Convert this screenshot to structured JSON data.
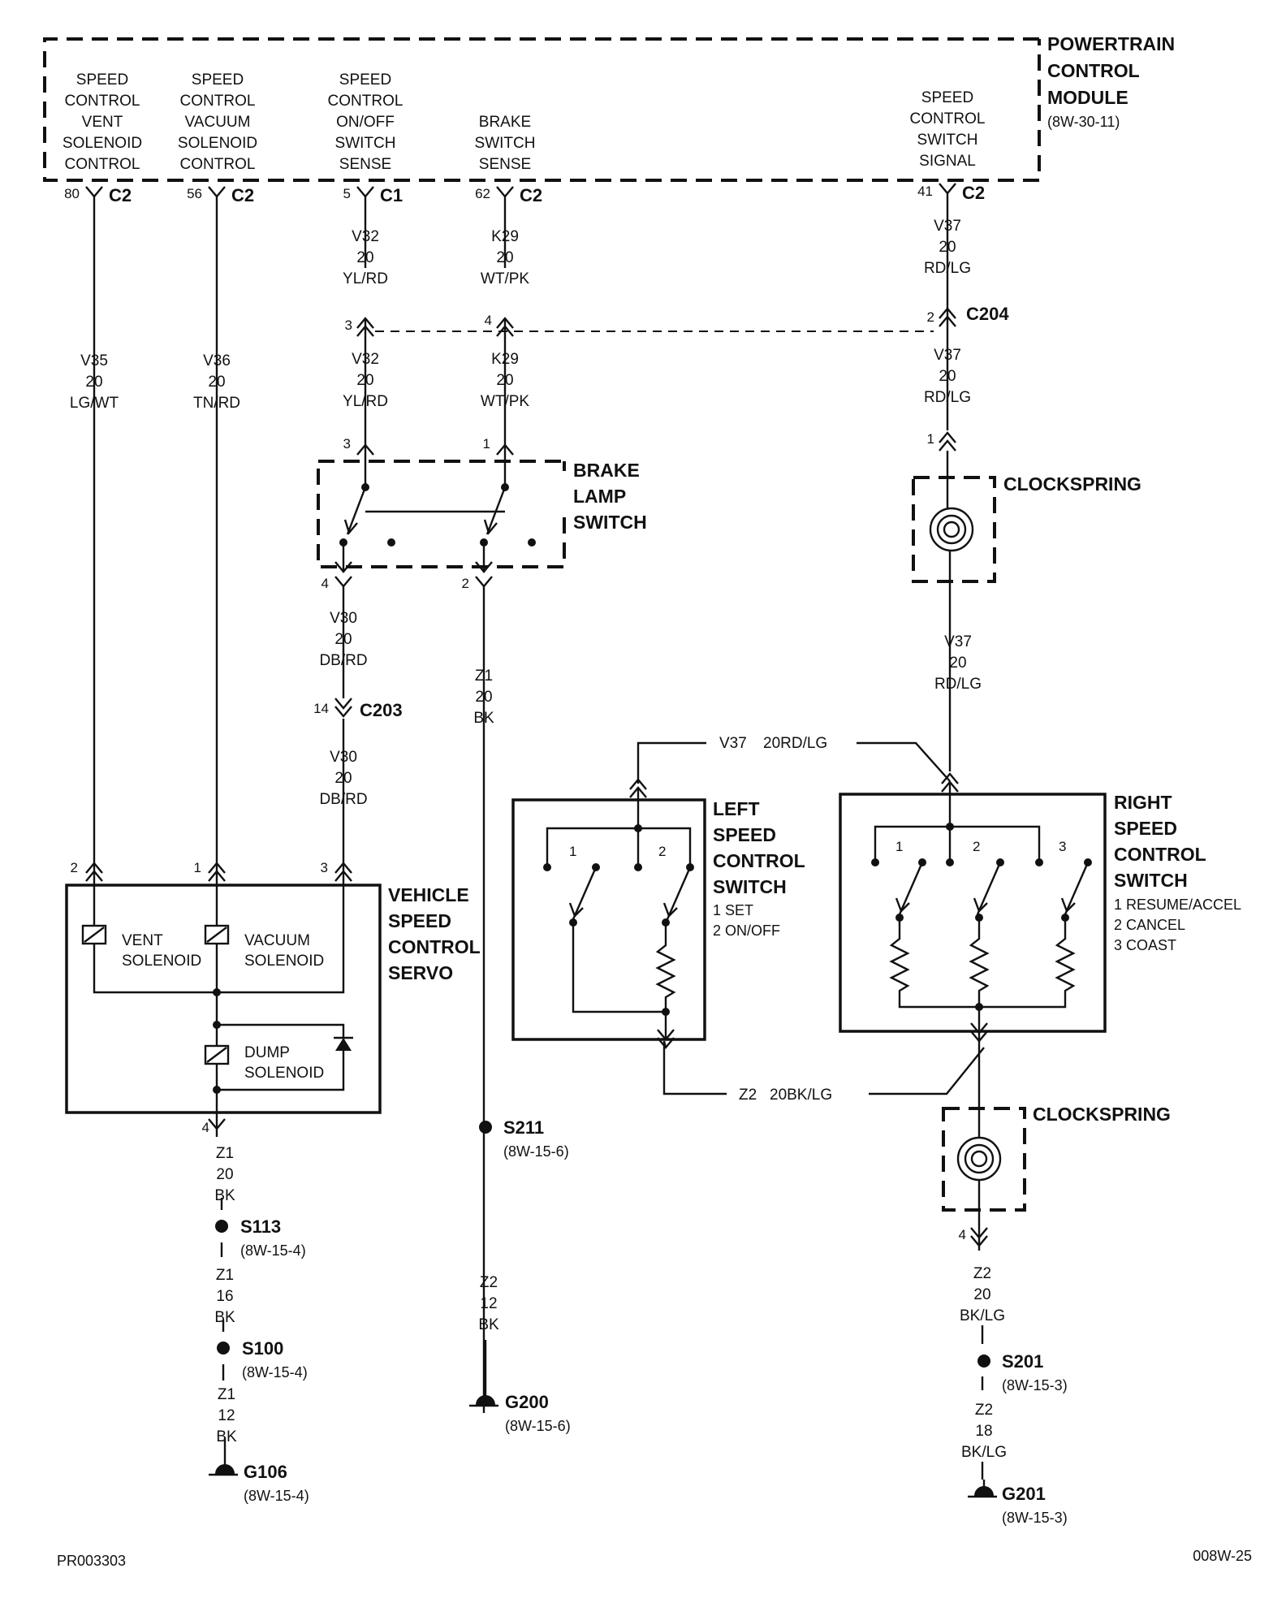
{
  "pcm": {
    "title": [
      "POWERTRAIN",
      "CONTROL",
      "MODULE"
    ],
    "ref": "(8W-30-11)",
    "circuits": [
      [
        "SPEED",
        "CONTROL",
        "VENT",
        "SOLENOID",
        "CONTROL"
      ],
      [
        "SPEED",
        "CONTROL",
        "VACUUM",
        "SOLENOID",
        "CONTROL"
      ],
      [
        "SPEED",
        "CONTROL",
        "ON/OFF",
        "SWITCH",
        "SENSE"
      ],
      [
        "BRAKE",
        "SWITCH",
        "SENSE"
      ],
      [
        "SPEED",
        "CONTROL",
        "SWITCH",
        "SIGNAL"
      ]
    ],
    "pins": [
      {
        "pin": "80",
        "conn": "C2"
      },
      {
        "pin": "56",
        "conn": "C2"
      },
      {
        "pin": "5",
        "conn": "C1"
      },
      {
        "pin": "62",
        "conn": "C2"
      },
      {
        "pin": "41",
        "conn": "C2"
      }
    ]
  },
  "wires": {
    "v35": [
      "V35",
      "20",
      "LG/WT"
    ],
    "v36": [
      "V36",
      "20",
      "TN/RD"
    ],
    "v32a": [
      "V32",
      "20",
      "YL/RD"
    ],
    "v32b": [
      "V32",
      "20",
      "YL/RD"
    ],
    "k29a": [
      "K29",
      "20",
      "WT/PK"
    ],
    "k29b": [
      "K29",
      "20",
      "WT/PK"
    ],
    "v37a": [
      "V37",
      "20",
      "RD/LG"
    ],
    "v37b": [
      "V37",
      "20",
      "RD/LG"
    ],
    "v37c": [
      "V37",
      "20",
      "RD/LG"
    ],
    "v30a": [
      "V30",
      "20",
      "DB/RD"
    ],
    "v30b": [
      "V30",
      "20",
      "DB/RD"
    ],
    "z1a": [
      "Z1",
      "20",
      "BK"
    ],
    "z1b": [
      "Z1",
      "20",
      "BK"
    ],
    "z1c": [
      "Z1",
      "16",
      "BK"
    ],
    "z1d": [
      "Z1",
      "12",
      "BK"
    ],
    "z2a": [
      "Z2",
      "12",
      "BK"
    ],
    "z2b": [
      "Z2",
      "20",
      "BK/LG"
    ],
    "z2c": [
      "Z2",
      "18",
      "BK/LG"
    ],
    "v37_top": {
      "code": "V37",
      "gauge": "20RD/LG"
    },
    "z2_bot": {
      "code": "Z2",
      "gauge": "20BK/LG"
    }
  },
  "connectors": {
    "c204": {
      "name": "C204",
      "pins": [
        "3",
        "4",
        "2"
      ]
    },
    "c203": {
      "name": "C203",
      "pin": "14"
    }
  },
  "brake_lamp_switch": {
    "title": [
      "BRAKE",
      "LAMP",
      "SWITCH"
    ],
    "pins": [
      "3",
      "1",
      "4",
      "2"
    ]
  },
  "clockspring_top": {
    "title": "CLOCKSPRING",
    "pin": "1"
  },
  "clockspring_bottom": {
    "title": "CLOCKSPRING",
    "pin": "4"
  },
  "left_switch": {
    "title": [
      "LEFT",
      "SPEED",
      "CONTROL",
      "SWITCH"
    ],
    "legend": [
      "1 SET",
      "2 ON/OFF"
    ],
    "contacts": [
      "1",
      "2"
    ]
  },
  "right_switch": {
    "title": [
      "RIGHT",
      "SPEED",
      "CONTROL",
      "SWITCH"
    ],
    "legend": [
      "1 RESUME/ACCEL",
      "2 CANCEL",
      "3 COAST"
    ],
    "contacts": [
      "1",
      "2",
      "3"
    ]
  },
  "servo": {
    "title": [
      "VEHICLE",
      "SPEED",
      "CONTROL",
      "SERVO"
    ],
    "pins": [
      "2",
      "1",
      "3",
      "4"
    ],
    "vent": [
      "VENT",
      "SOLENOID"
    ],
    "vacuum": [
      "VACUUM",
      "SOLENOID"
    ],
    "dump": [
      "DUMP",
      "SOLENOID"
    ]
  },
  "splices": {
    "s211": {
      "id": "S211",
      "ref": "(8W-15-6)"
    },
    "s113": {
      "id": "S113",
      "ref": "(8W-15-4)"
    },
    "s100": {
      "id": "S100",
      "ref": "(8W-15-4)"
    },
    "s201": {
      "id": "S201",
      "ref": "(8W-15-3)"
    }
  },
  "grounds": {
    "g106": {
      "id": "G106",
      "ref": "(8W-15-4)"
    },
    "g200": {
      "id": "G200",
      "ref": "(8W-15-6)"
    },
    "g201": {
      "id": "G201",
      "ref": "(8W-15-3)"
    }
  },
  "footer": {
    "left": "PR003303",
    "right": "008W-25"
  }
}
